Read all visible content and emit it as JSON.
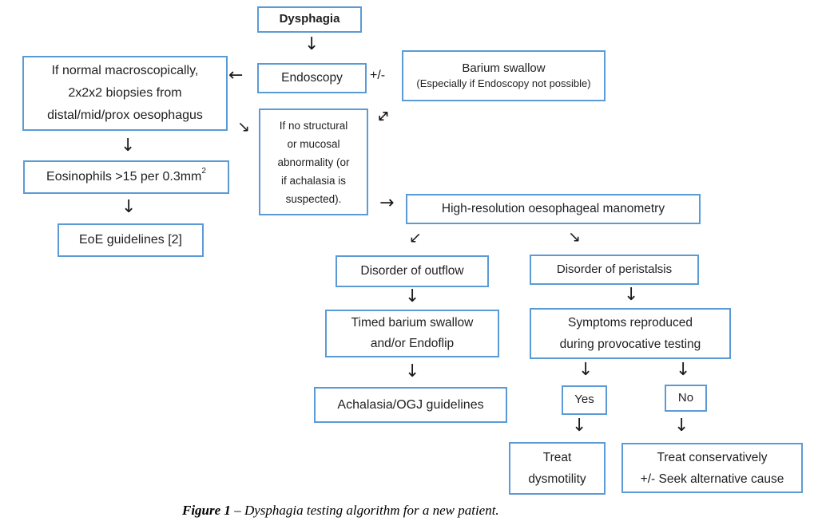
{
  "nodes": {
    "dysphagia": {
      "label": "Dysphagia"
    },
    "endoscopy": {
      "label": "Endoscopy"
    },
    "biopsies": {
      "label": "If normal macroscopically,\n2x2x2 biopsies from\ndistal/mid/prox oesophagus"
    },
    "barium": {
      "title": "Barium swallow",
      "subtitle": "(Especially if Endoscopy not possible)"
    },
    "eosinophils": {
      "label": "Eosinophils >15 per 0.3mm",
      "sup": "2"
    },
    "eoe": {
      "label": "EoE guidelines [2]"
    },
    "structural": {
      "label": "If no structural\nor mucosal\nabnormality (or\nif achalasia is\nsuspected)."
    },
    "manometry": {
      "label": "High-resolution oesophageal manometry"
    },
    "outflow": {
      "label": "Disorder of outflow"
    },
    "peristalsis": {
      "label": "Disorder of peristalsis"
    },
    "timed": {
      "label": "Timed barium swallow\nand/or Endoflip"
    },
    "symptoms": {
      "label": "Symptoms reproduced\nduring provocative testing"
    },
    "achalasia": {
      "label": "Achalasia/OGJ guidelines"
    },
    "yes": {
      "label": "Yes"
    },
    "no": {
      "label": "No"
    },
    "treat_dys": {
      "label": "Treat\ndysmotility"
    },
    "treat_cons": {
      "label": "Treat conservatively\n+/- Seek alternative cause"
    }
  },
  "connectors": {
    "down": "↓",
    "left": "←",
    "right": "→",
    "se": "↘",
    "sw": "↙",
    "double_diag": "↔",
    "plus_minus": "+/-"
  },
  "figure": {
    "caption_label": "Figure 1",
    "caption_text": " – Dysphagia testing algorithm for a new patient."
  },
  "colors": {
    "box_border": "#5b9bd5",
    "text": "#1f1f1f"
  }
}
